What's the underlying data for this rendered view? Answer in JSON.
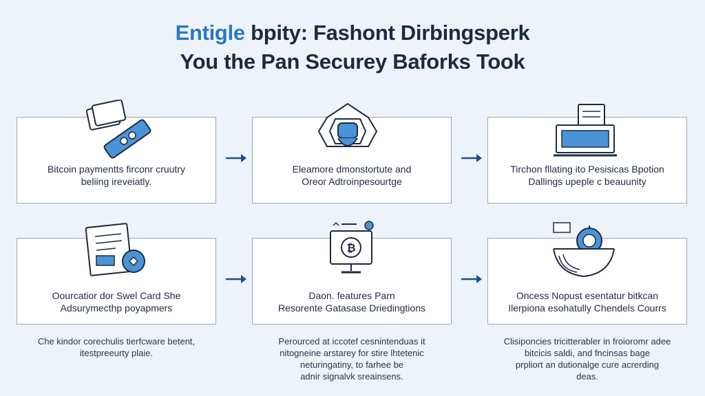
{
  "title": {
    "accent": "Entigle",
    "line1_rest": " bpity: Fashont Dirbingsperk",
    "line2": "You the Pan Securey Baforks Took"
  },
  "steps": [
    {
      "line1": "Bitcoin paymentts firconr cruutry",
      "line2": "beliing ireveiatly.",
      "icon": "crypto-card-icon"
    },
    {
      "line1": "Eleamore dmonstortute and",
      "line2": "Oreor Adtroinpesourtge",
      "icon": "shield-wallet-icon"
    },
    {
      "line1": "Tirchon fllating ito Pesisicas Bpotion",
      "line2": "Dallings upeple c beauunity",
      "icon": "laptop-chart-icon"
    },
    {
      "line1": "Oourcatior dor Swel Card She",
      "line2": "Adsurymecthp poyapmers",
      "icon": "document-card-icon"
    },
    {
      "line1": "Daon. features Parn",
      "line2": "Resorente Gatasase Driedingtions",
      "icon": "bitcoin-terminal-icon"
    },
    {
      "line1": "Oncess Nopust esentatur bitkcan",
      "line2": "Ilerpiona esohatully Chendels Courrs",
      "icon": "bitcoin-scale-icon"
    }
  ],
  "notes": [
    {
      "lines": [
        "Che kindor corechulis tierfcware betent,",
        "itestpreeurty plaie."
      ]
    },
    {
      "lines": [
        "Perourced at iccotef cesnintenduas it",
        "nitogneine arstarey for stire lhtetenic",
        "neturingatiny, to farhee be",
        "adnir signalvk sreainsens."
      ]
    },
    {
      "lines": [
        "Clisiponcies tricitterabler in froioromr adee",
        "bitcicis saldi, and fncinsas bage",
        "prpliort an dutionalge cure acrerding",
        "deas."
      ]
    }
  ],
  "colors": {
    "accent": "#2a78c6",
    "arrow": "#1f4f8a",
    "border": "#9aa7b8",
    "icon_stroke": "#1d2a3f",
    "icon_fill": "#4a93d6"
  }
}
